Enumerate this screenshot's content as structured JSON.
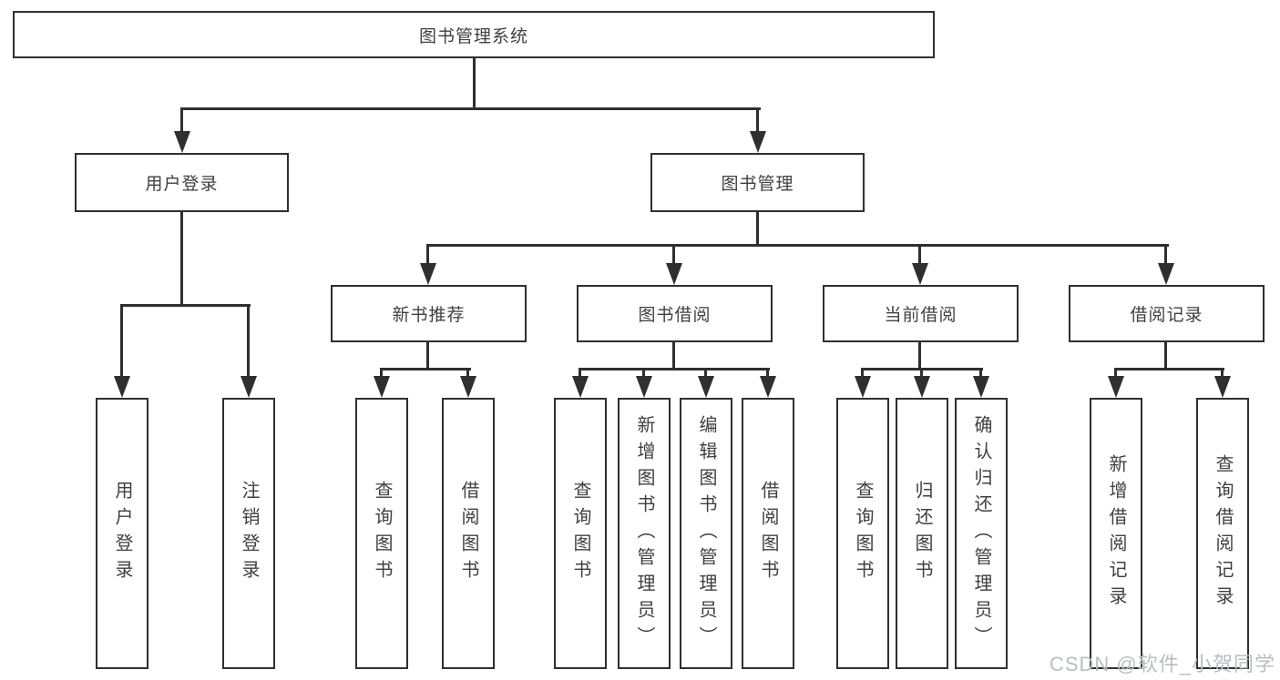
{
  "colors": {
    "line": "#2f2f2f",
    "text": "#404040",
    "background": "#ffffff",
    "watermark": "#b9bdc3"
  },
  "tree": {
    "label": "图书管理系统",
    "children": [
      {
        "label": "用户登录",
        "children": [
          {
            "label": "用户登录"
          },
          {
            "label": "注销登录"
          }
        ]
      },
      {
        "label": "图书管理",
        "children": [
          {
            "label": "新书推荐",
            "children": [
              {
                "label": "查询图书"
              },
              {
                "label": "借阅图书"
              }
            ]
          },
          {
            "label": "图书借阅",
            "children": [
              {
                "label": "查询图书"
              },
              {
                "label": "新增图书（管理员）"
              },
              {
                "label": "编辑图书（管理员）"
              },
              {
                "label": "借阅图书"
              }
            ]
          },
          {
            "label": "当前借阅",
            "children": [
              {
                "label": "查询图书"
              },
              {
                "label": "归还图书"
              },
              {
                "label": "确认归还（管理员）"
              }
            ]
          },
          {
            "label": "借阅记录",
            "children": [
              {
                "label": "新增借阅记录"
              },
              {
                "label": "查询借阅记录"
              }
            ]
          }
        ]
      }
    ]
  },
  "watermark": {
    "text": "CSDN @软件_小贺同学"
  }
}
